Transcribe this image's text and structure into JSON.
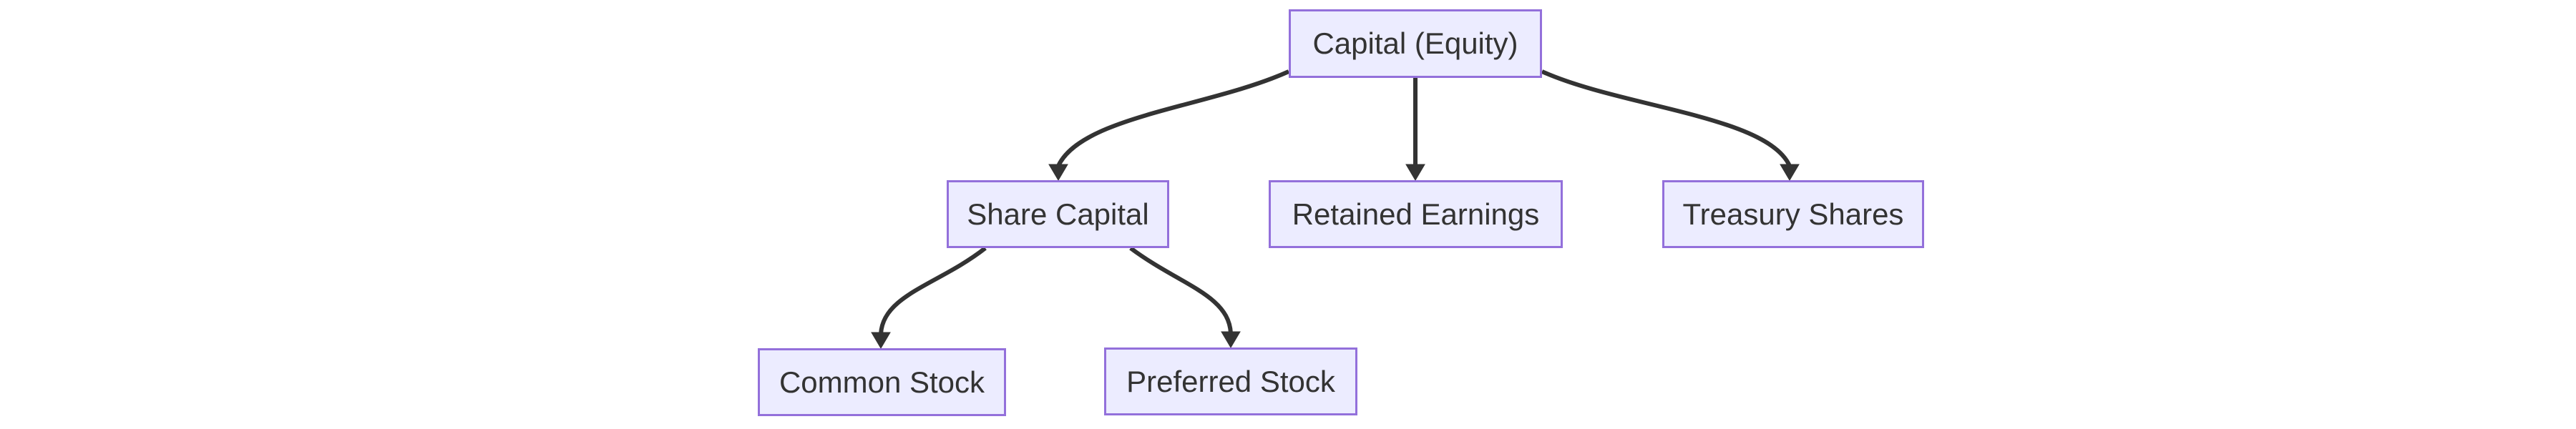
{
  "diagram": {
    "type": "flowchart-top-down",
    "colors": {
      "background": "#FFFFFF",
      "node_fill": "#ECECFF",
      "node_border": "#9370DB",
      "edge": "#333333",
      "text": "#333333"
    },
    "nodes": {
      "capital": {
        "label": "Capital (Equity)"
      },
      "share_capital": {
        "label": "Share Capital"
      },
      "retained_earnings": {
        "label": "Retained Earnings"
      },
      "treasury_shares": {
        "label": "Treasury Shares"
      },
      "common_stock": {
        "label": "Common Stock"
      },
      "preferred_stock": {
        "label": "Preferred Stock"
      }
    },
    "edges": [
      {
        "from": "Capital (Equity)",
        "to": "Share Capital"
      },
      {
        "from": "Capital (Equity)",
        "to": "Retained Earnings"
      },
      {
        "from": "Capital (Equity)",
        "to": "Treasury Shares"
      },
      {
        "from": "Share Capital",
        "to": "Common Stock"
      },
      {
        "from": "Share Capital",
        "to": "Preferred Stock"
      }
    ]
  }
}
